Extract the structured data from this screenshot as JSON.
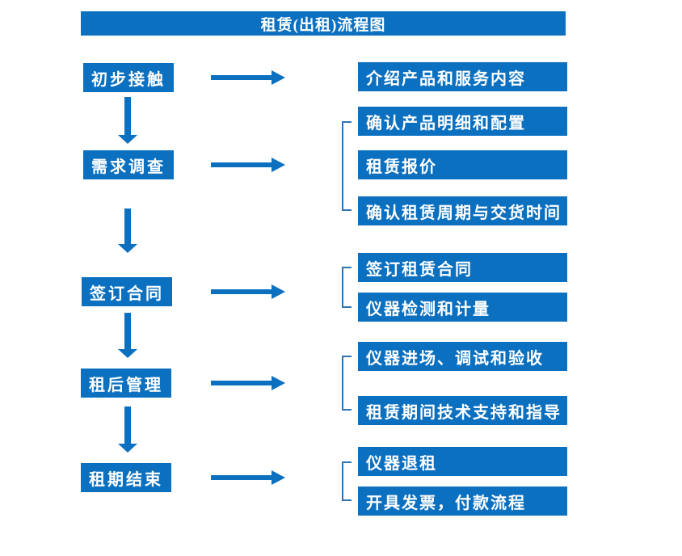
{
  "title": "租赁(出租)流程图",
  "colors": {
    "primary": "#0B70C0",
    "bracket": "#2E74B5",
    "background": "#FFFFFF"
  },
  "flow": {
    "steps": [
      {
        "label": "初步接触",
        "outputs": [
          "介绍产品和服务内容"
        ]
      },
      {
        "label": "需求调查",
        "outputs": [
          "确认产品明细和配置",
          "租赁报价",
          "确认租赁周期与交货时间"
        ]
      },
      {
        "label": "签订合同",
        "outputs": [
          "签订租赁合同",
          "仪器检测和计量"
        ]
      },
      {
        "label": "租后管理",
        "outputs": [
          "仪器进场、调试和验收",
          "租赁期间技术支持和指导"
        ]
      },
      {
        "label": "租期结束",
        "outputs": [
          "仪器退租",
          "开具发票，付款流程"
        ]
      }
    ]
  }
}
